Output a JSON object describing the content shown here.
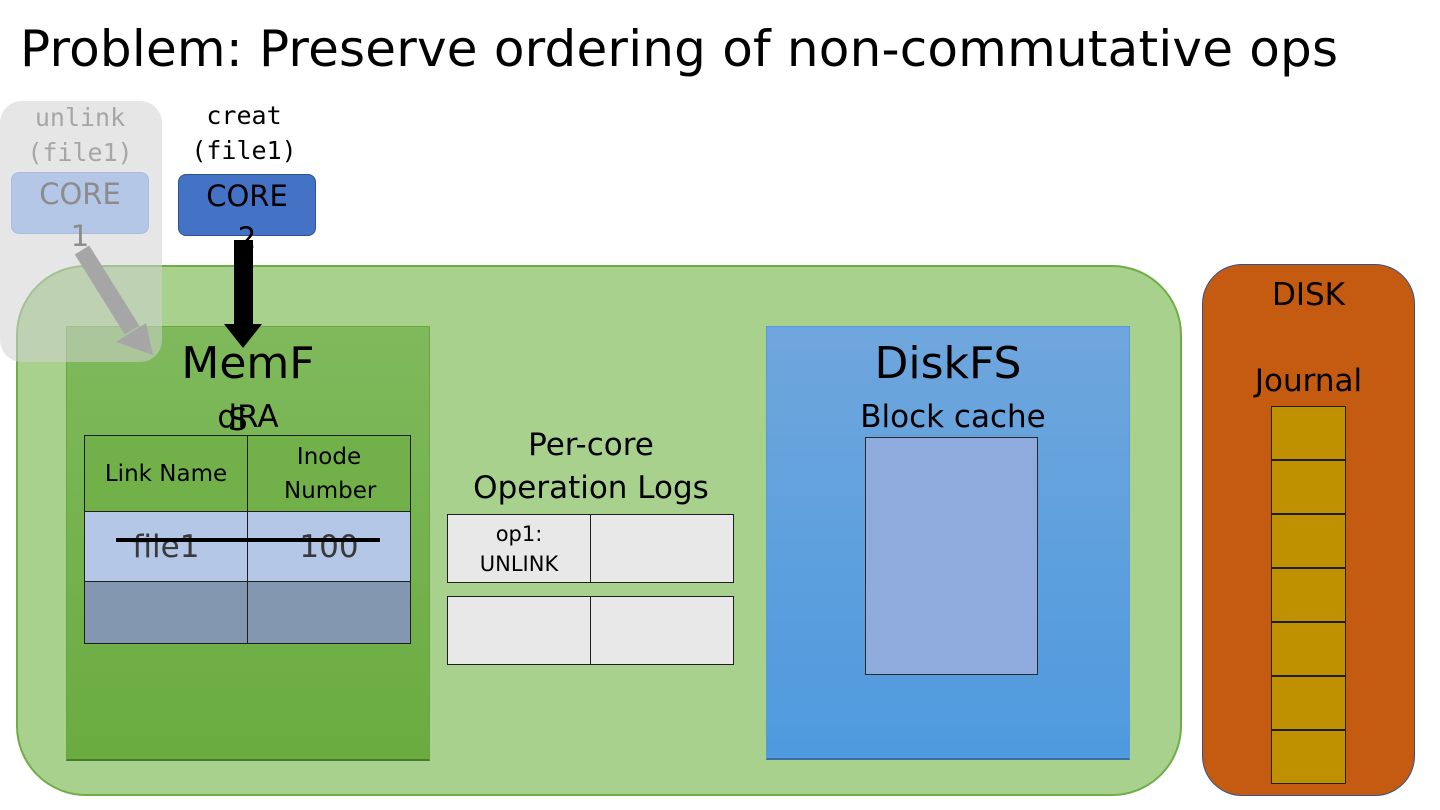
{
  "title": "Problem: Preserve ordering of non-commutative ops",
  "cores": [
    {
      "command_line1": "unlink",
      "command_line2": "(file1)",
      "label": "CORE",
      "number": "1",
      "state": "faded"
    },
    {
      "command_line1": "creat",
      "command_line2": "(file1)",
      "label": "CORE",
      "number": "2",
      "state": "active"
    }
  ],
  "memfs": {
    "title": "MemF",
    "subtitle_left": "d",
    "subtitle_right": "A",
    "overlap_glyph": "S",
    "overlap_glyph2": "R",
    "table": {
      "headers": [
        "Link Name",
        "Inode Number"
      ],
      "rows": [
        [
          "file1",
          "100"
        ],
        [
          "",
          ""
        ]
      ]
    }
  },
  "operation_logs": {
    "title_line1": "Per-core",
    "title_line2": "Operation Logs",
    "logs": [
      [
        {
          "line1": "op1:",
          "line2": "UNLINK"
        },
        {
          "line1": "",
          "line2": ""
        }
      ],
      [
        {
          "line1": "",
          "line2": ""
        },
        {
          "line1": "",
          "line2": ""
        }
      ]
    ]
  },
  "diskfs": {
    "title": "DiskFS",
    "block_cache_label": "Block cache"
  },
  "disk": {
    "title": "DISK",
    "journal_label": "Journal",
    "journal_entries": 7
  },
  "colors": {
    "container": "#a9d18e",
    "memfs": "#70ad47",
    "diskfs": "#5b9bd5",
    "block_cache": "#8faadc",
    "disk": "#c55a11",
    "journal_entry": "#bf9000",
    "core_active": "#4472c4",
    "core_faded": "#b4c7e7",
    "log_cell": "#e8e8e8"
  }
}
